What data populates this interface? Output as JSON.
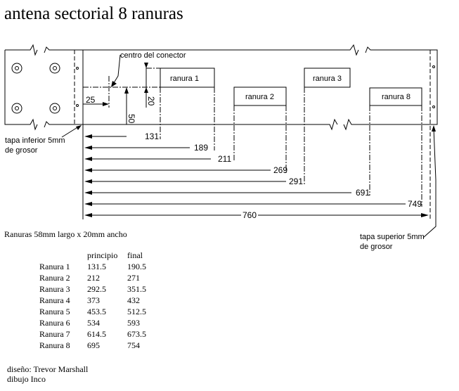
{
  "title": "antena sectorial 8 ranuras",
  "diagram": {
    "labels": {
      "connector_center": "centro del conector",
      "bottom_cap_line1": "tapa inferior 5mm",
      "bottom_cap_line2": "de grosor",
      "top_cap_line1": "tapa superior 5mm",
      "top_cap_line2": "de grosor"
    },
    "slots": [
      {
        "label": "ranura 1"
      },
      {
        "label": "ranura 2"
      },
      {
        "label": "ranura 3"
      },
      {
        "label": "ranura 8"
      }
    ],
    "dimensions": {
      "connector_offset": "25",
      "connector_height": "50",
      "slot_offset": "20",
      "horizontal": [
        "131",
        "189",
        "211",
        "269",
        "291",
        "691",
        "749",
        "760"
      ]
    }
  },
  "slot_note": "Ranuras 58mm largo x 20mm ancho",
  "table": {
    "headers": [
      "",
      "principio",
      "final"
    ],
    "rows": [
      [
        "Ranura 1",
        "131.5",
        "190.5"
      ],
      [
        "Ranura 2",
        "212",
        "271"
      ],
      [
        "Ranura 3",
        "292.5",
        "351.5"
      ],
      [
        "Ranura 4",
        "373",
        "432"
      ],
      [
        "Ranura 5",
        "453.5",
        "512.5"
      ],
      [
        "Ranura 6",
        "534",
        "593"
      ],
      [
        "Ranura 7",
        "614.5",
        "673.5"
      ],
      [
        "Ranura 8",
        "695",
        "754"
      ]
    ]
  },
  "credits": {
    "design": "diseño: Trevor Marshall",
    "drawing": "dibujo Inco"
  }
}
